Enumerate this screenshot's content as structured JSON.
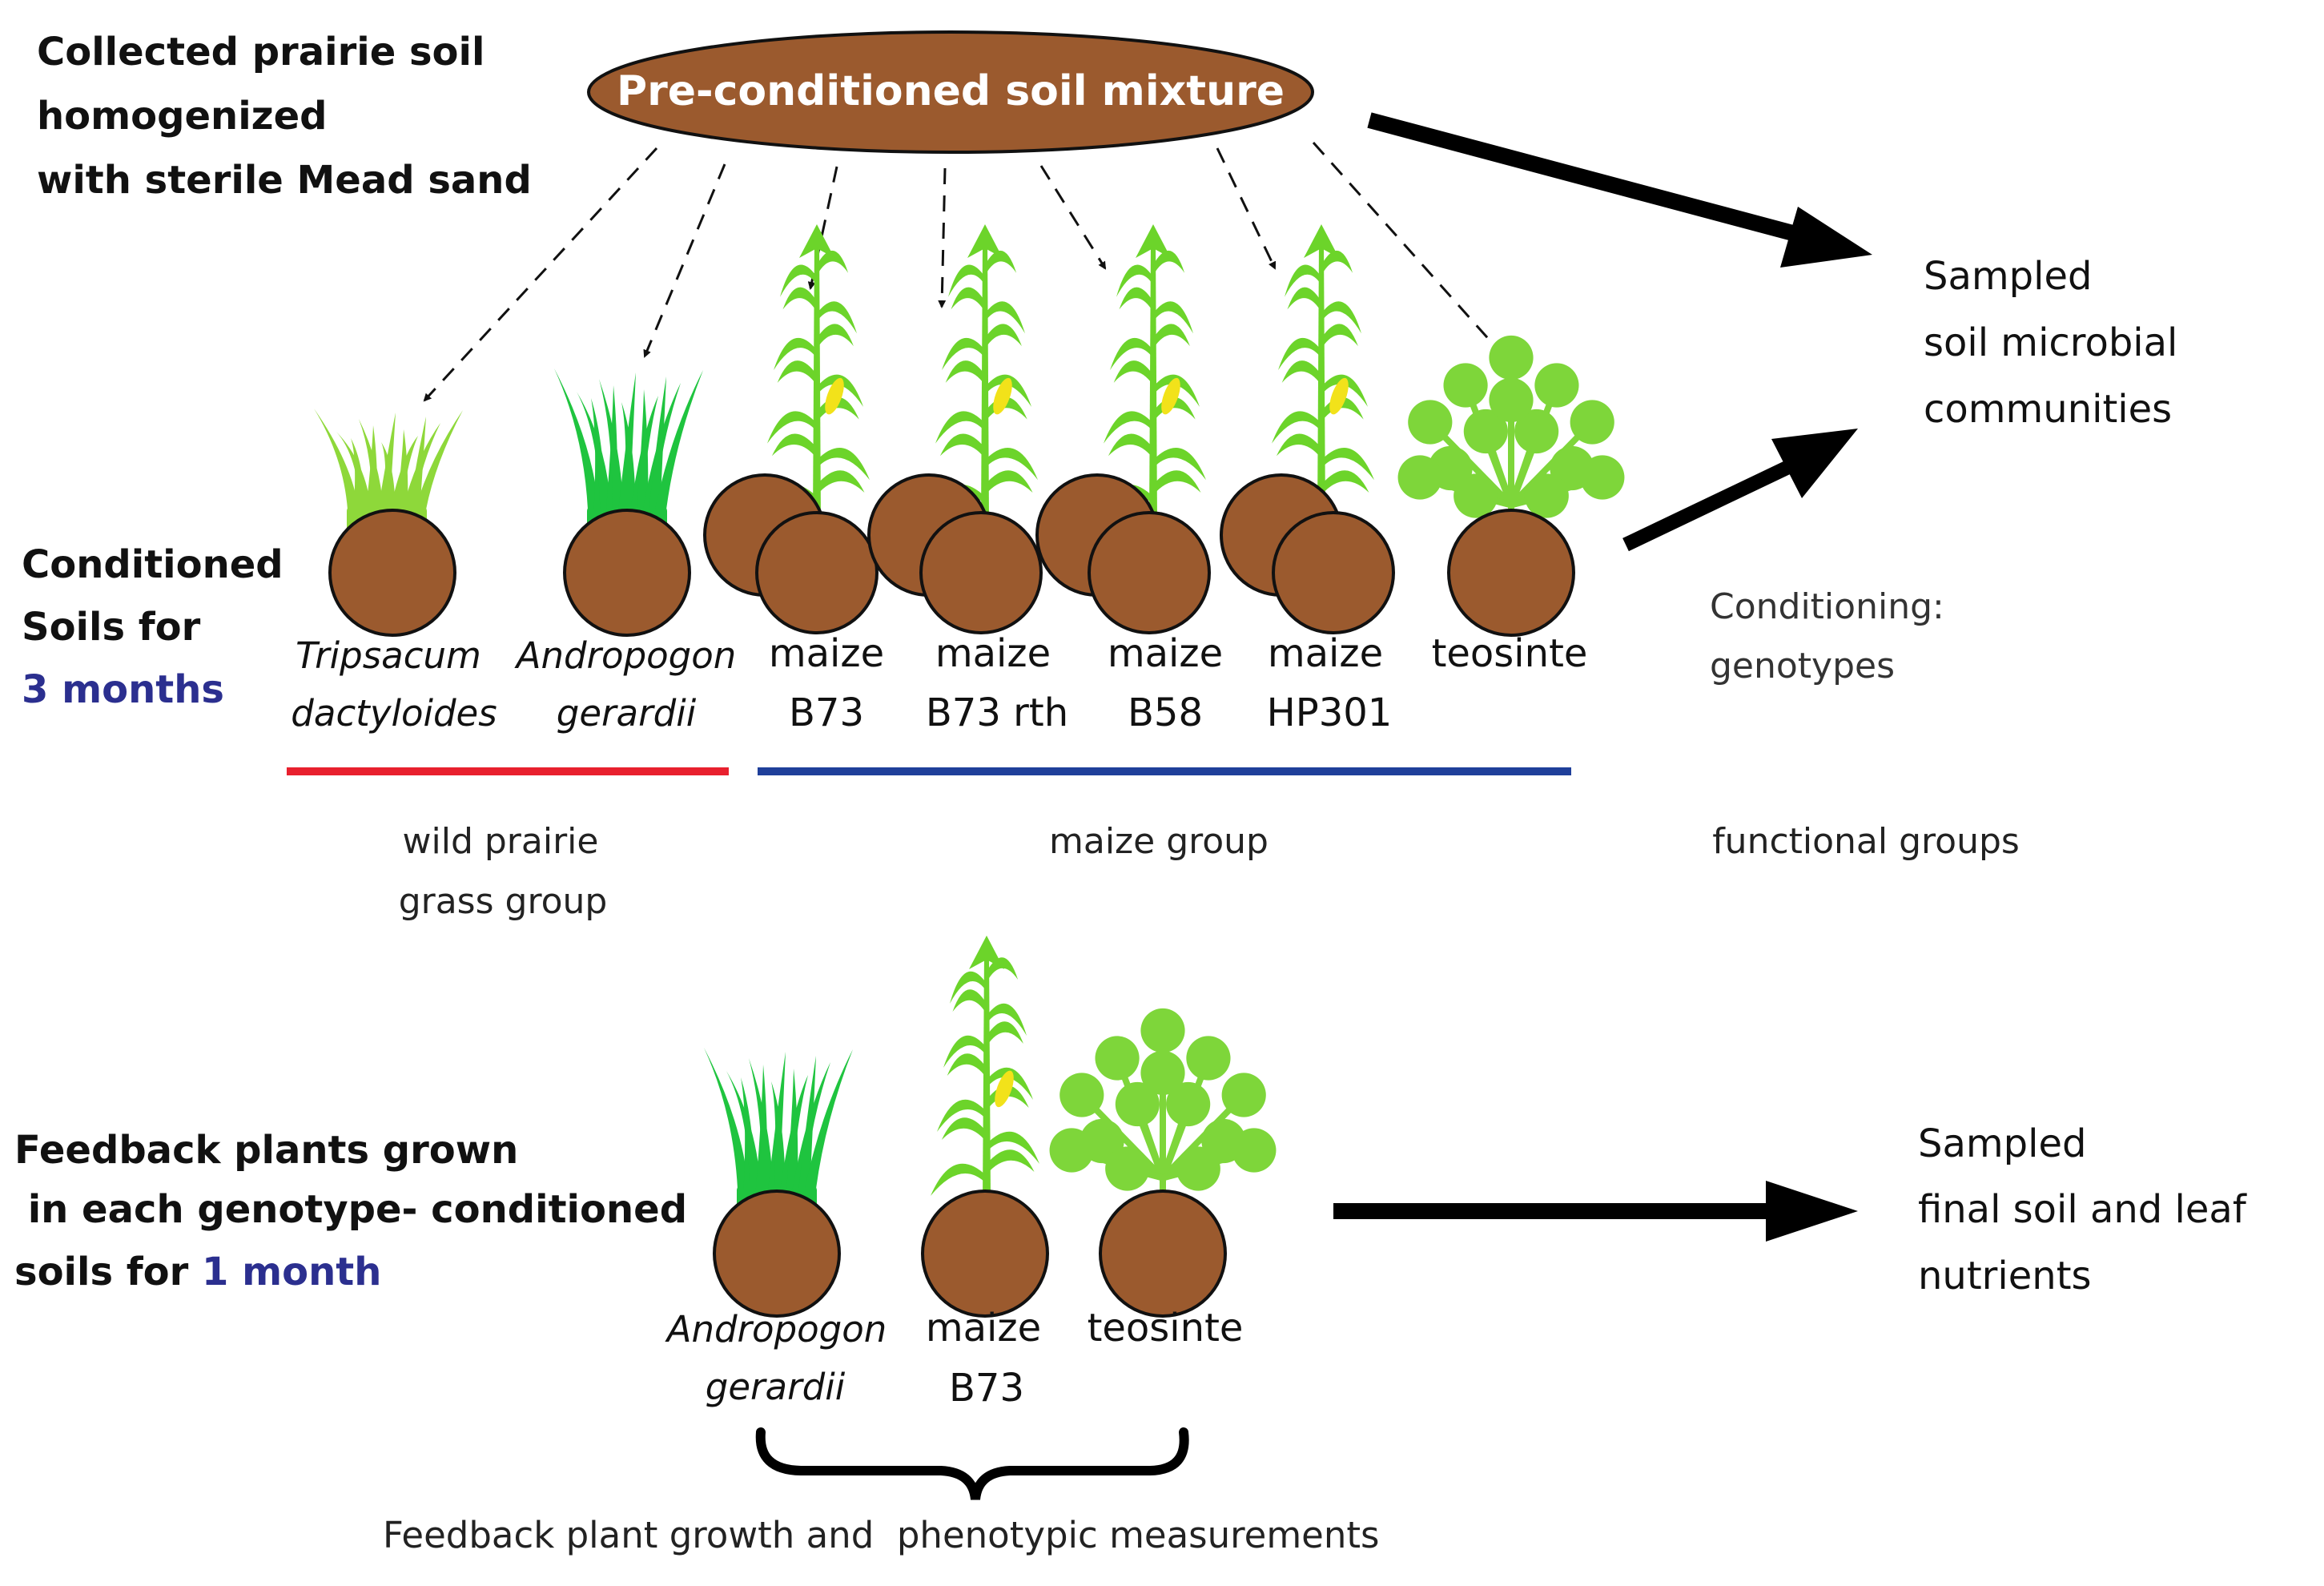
{
  "source": {
    "title_lines": [
      "Collected prairie soil",
      "homogenized",
      "with sterile Mead sand"
    ],
    "mixture_label": "Pre-conditioned soil mixture"
  },
  "conditioning": {
    "label_lines": [
      "Conditioned",
      "Soils for"
    ],
    "duration": "3 months",
    "plants": [
      {
        "line1": "Tripsacum",
        "line2": "dactyloides",
        "italic": true
      },
      {
        "line1": "Andropogon",
        "line2": "gerardii",
        "italic": true
      },
      {
        "line1": "maize",
        "line2": "B73",
        "italic": false
      },
      {
        "line1": "maize",
        "line2": "B73 rth",
        "italic": false
      },
      {
        "line1": "maize",
        "line2": "B58",
        "italic": false
      },
      {
        "line1": "maize",
        "line2": "HP301",
        "italic": false
      },
      {
        "line1": "teosinte",
        "line2": "",
        "italic": false
      }
    ],
    "side_label_lines": [
      "Conditioning:",
      "genotypes"
    ],
    "groups": [
      {
        "name_lines": [
          "wild prairie",
          "grass group"
        ],
        "color": "#e8202e"
      },
      {
        "name_lines": [
          "maize group"
        ],
        "color": "#1f3f9a"
      }
    ],
    "groups_side_label": "functional groups",
    "output_lines": [
      "Sampled",
      "soil microbial",
      "communities"
    ]
  },
  "feedback": {
    "label_lines": [
      "Feedback plants grown",
      " in each genotype- conditioned",
      "soils for "
    ],
    "duration": "1 month",
    "plants": [
      {
        "line1": "Andropogon",
        "line2": "gerardii",
        "italic": true
      },
      {
        "line1": "maize",
        "line2": "B73",
        "italic": false
      },
      {
        "line1": "teosinte",
        "line2": "",
        "italic": false
      }
    ],
    "brace_caption": "Feedback plant growth and  phenotypic measurements",
    "output_lines": [
      "Sampled",
      "final soil and leaf",
      "nutrients"
    ]
  },
  "colors": {
    "soil": "#9b5a2e",
    "grass_light": "#8ed83a",
    "grass_dark": "#1fc43f",
    "maize": "#6cd42a",
    "teosinte": "#7ed63a",
    "cob": "#f2e21a",
    "duration_blue": "#2b2f8f"
  }
}
